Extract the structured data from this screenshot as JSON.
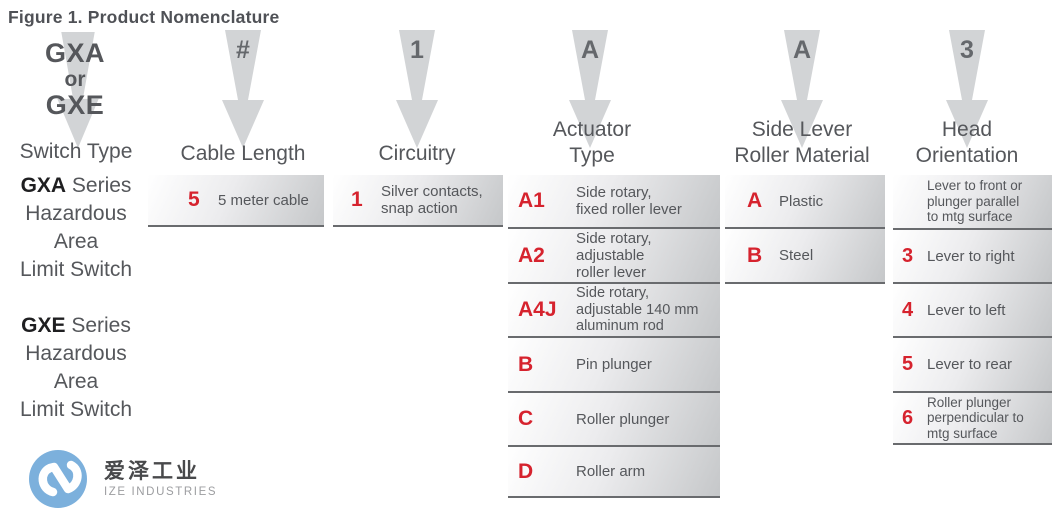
{
  "title": "Figure 1. Product Nomenclature",
  "colors": {
    "accent_red": "#d6232e",
    "arrow_gray": "#d2d4d6",
    "text_gray": "#55575b",
    "border_dark": "#696b6e",
    "logo_blue": "#7cb0dc"
  },
  "switch_type": {
    "arrow_line1": "GXA",
    "arrow_line2": "or",
    "arrow_line3": "GXE",
    "label": "Switch Type",
    "series": [
      {
        "name": "GXA",
        "suffix": " Series",
        "desc": "Hazardous\nArea\nLimit Switch"
      },
      {
        "name": "GXE",
        "suffix": " Series",
        "desc": "Hazardous\nArea\nLimit Switch"
      }
    ]
  },
  "cable_length": {
    "arrow_symbol": "#",
    "label": "Cable Length",
    "rows": [
      {
        "code": "5",
        "desc": "5 meter cable"
      }
    ]
  },
  "circuitry": {
    "arrow_symbol": "1",
    "label": "Circuitry",
    "rows": [
      {
        "code": "1",
        "desc": "Silver contacts,\nsnap action"
      }
    ]
  },
  "actuator_type": {
    "arrow_symbol": "A",
    "label": "Actuator\nType",
    "rows": [
      {
        "code": "A1",
        "desc": "Side rotary,\nfixed roller lever"
      },
      {
        "code": "A2",
        "desc": "Side rotary,\nadjustable\nroller lever"
      },
      {
        "code": "A4J",
        "desc": "Side rotary,\nadjustable 140 mm\naluminum rod"
      },
      {
        "code": "B",
        "desc": "Pin plunger"
      },
      {
        "code": "C",
        "desc": "Roller plunger"
      },
      {
        "code": "D",
        "desc": "Roller arm"
      }
    ]
  },
  "side_lever_roller_material": {
    "arrow_symbol": "A",
    "label": "Side Lever\nRoller Material",
    "rows": [
      {
        "code": "A",
        "desc": "Plastic"
      },
      {
        "code": "B",
        "desc": "Steel"
      }
    ]
  },
  "head_orientation": {
    "arrow_symbol": "3",
    "label": "Head\nOrientation",
    "rows": [
      {
        "code": "",
        "desc": "Lever to front or\nplunger parallel\nto mtg surface"
      },
      {
        "code": "3",
        "desc": "Lever to right"
      },
      {
        "code": "4",
        "desc": "Lever to left"
      },
      {
        "code": "5",
        "desc": "Lever to rear"
      },
      {
        "code": "6",
        "desc": "Roller plunger\nperpendicular to\nmtg surface"
      }
    ]
  },
  "logo": {
    "cn": "爱泽工业",
    "en": "IZE INDUSTRIES"
  }
}
